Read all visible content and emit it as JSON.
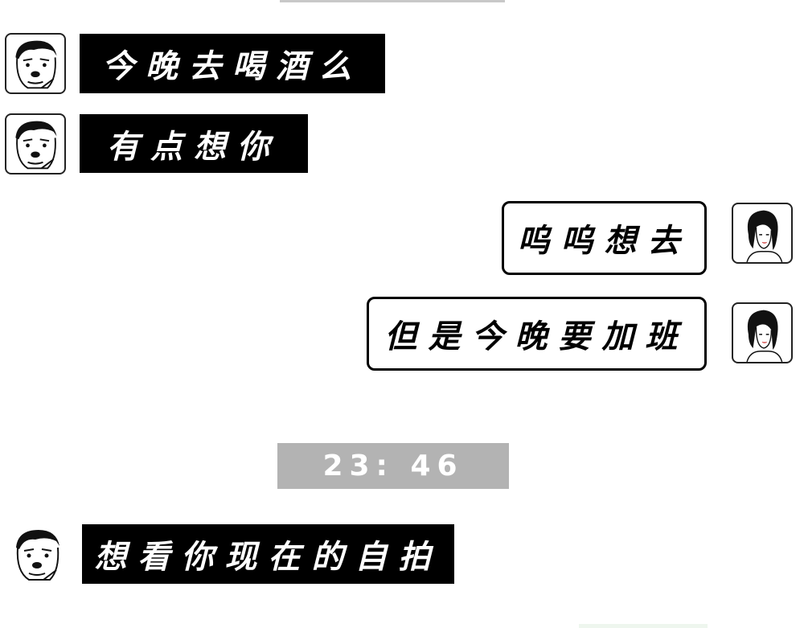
{
  "messages": [
    {
      "side": "left",
      "text": "今晚去喝酒么"
    },
    {
      "side": "left",
      "text": "有点想你"
    },
    {
      "side": "right",
      "text": "呜呜想去"
    },
    {
      "side": "right",
      "text": "但是今晚要加班"
    },
    {
      "side": "left",
      "text": "想看你现在的自拍"
    }
  ],
  "timestamp": "23: 46",
  "icons": {
    "male_avatar": "male-avatar-icon",
    "female_avatar": "female-avatar-icon"
  },
  "colors": {
    "dark_bubble": "#000000",
    "light_bubble": "#ffffff",
    "timestamp_bg": "#b3b3b3"
  }
}
